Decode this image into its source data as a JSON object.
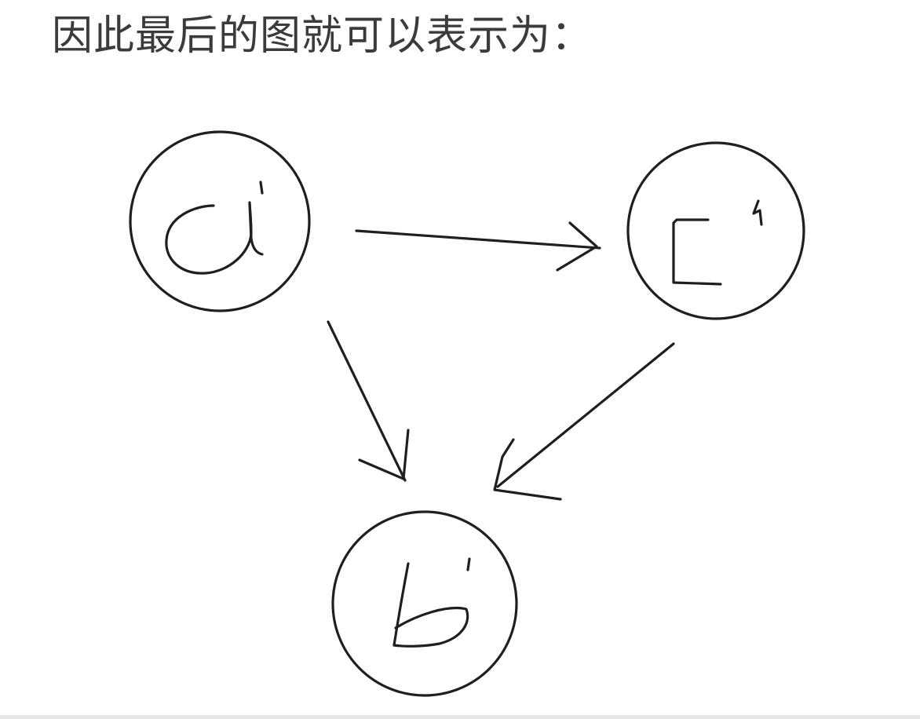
{
  "heading": "因此最后的图就可以表示为：",
  "diagram": {
    "nodes": [
      {
        "id": "a",
        "label": "a'"
      },
      {
        "id": "c",
        "label": "c'"
      },
      {
        "id": "b",
        "label": "b'"
      }
    ],
    "edges": [
      {
        "from": "a",
        "to": "c"
      },
      {
        "from": "a",
        "to": "b"
      },
      {
        "from": "c",
        "to": "b"
      }
    ]
  },
  "colors": {
    "text": "#3b3b3b",
    "stroke": "#1f1f1f",
    "background": "#ffffff"
  }
}
